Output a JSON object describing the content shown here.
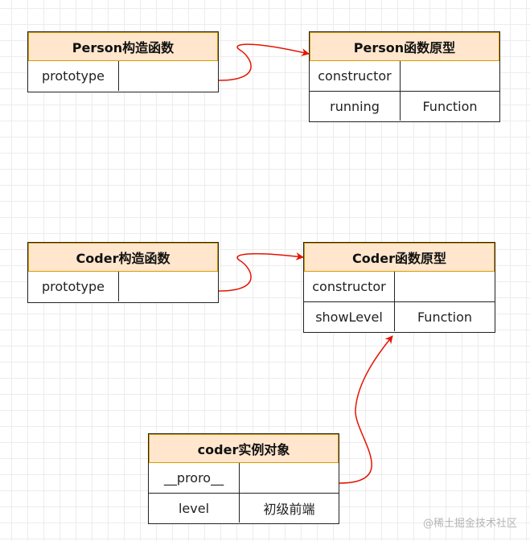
{
  "person_ctor": {
    "title": "Person构造函数",
    "rows": [
      {
        "key": "prototype",
        "value": ""
      }
    ]
  },
  "person_proto": {
    "title": "Person函数原型",
    "rows": [
      {
        "key": "constructor",
        "value": ""
      },
      {
        "key": "running",
        "value": "Function"
      }
    ]
  },
  "coder_ctor": {
    "title": "Coder构造函数",
    "rows": [
      {
        "key": "prototype",
        "value": ""
      }
    ]
  },
  "coder_proto": {
    "title": "Coder函数原型",
    "rows": [
      {
        "key": "constructor",
        "value": ""
      },
      {
        "key": "showLevel",
        "value": "Function"
      }
    ]
  },
  "coder_instance": {
    "title": "coder实例对象",
    "rows": [
      {
        "key": "__proro__",
        "value": ""
      },
      {
        "key": "level",
        "value": "初级前端"
      }
    ]
  },
  "watermark": "@稀土掘金技术社区",
  "colors": {
    "header_fill": "#ffe6cc",
    "header_border": "#d79b00",
    "arrow": "#e51400"
  }
}
